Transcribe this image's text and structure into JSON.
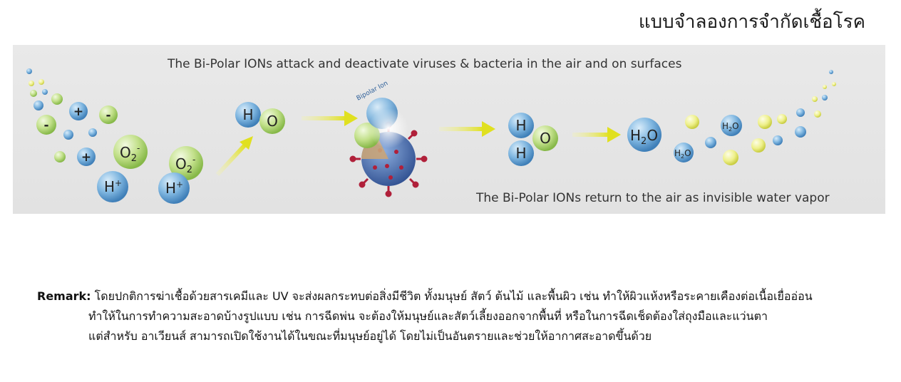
{
  "page": {
    "title": "แบบจำลองการจำกัดเชื้อโรค"
  },
  "diagram": {
    "top_caption": "The Bi-Polar IONs attack and deactivate viruses & bacteria in the air and on surfaces",
    "bottom_caption": "The Bi-Polar IONs return to the air as invisible water vapor",
    "bipolar_ion_label": "Bipolar Ion",
    "ions": {
      "minus": "-",
      "plus": "+",
      "o2": "O",
      "o2_sub": "2",
      "o2_sup": "-",
      "h_plus": "H",
      "h_plus_sup": "+",
      "h": "H",
      "o": "O",
      "h2o_h": "H",
      "h2o_2": "2",
      "h2o_o": "O"
    },
    "colors": {
      "blue": "#4a90c8",
      "green": "#a8d36a",
      "yellow": "#e8e830",
      "virus": "#4a6fb0",
      "spike": "#b0203a",
      "background": "#e6e6e6"
    }
  },
  "remark": {
    "label": "Remark:",
    "line1": "โดยปกติการฆ่าเชื้อด้วยสารเคมีและ UV จะส่งผลกระทบต่อสิ่งมีชีวิต ทั้งมนุษย์ สัตว์ ต้นไม้ และพื้นผิว เช่น ทำให้ผิวแห้งหรือระคายเคืองต่อเนื้อเยื่ออ่อน",
    "line2": "ทำให้ในการทำความสะอาดบ้างรูปแบบ เช่น การฉีดพ่น จะต้องให้มนุษย์และสัตว์เลี้ยงออกจากพื้นที่ หรือในการฉีดเช็ดต้องใส่ถุงมือและแว่นตา",
    "line3": "แต่สำหรับ อาเวียนส์ สามารถเปิดใช้งานได้ในขณะที่มนุษย์อยู่ได้ โดยไม่เป็นอันตรายและช่วยให้อากาศสะอาดขึ้นด้วย"
  }
}
